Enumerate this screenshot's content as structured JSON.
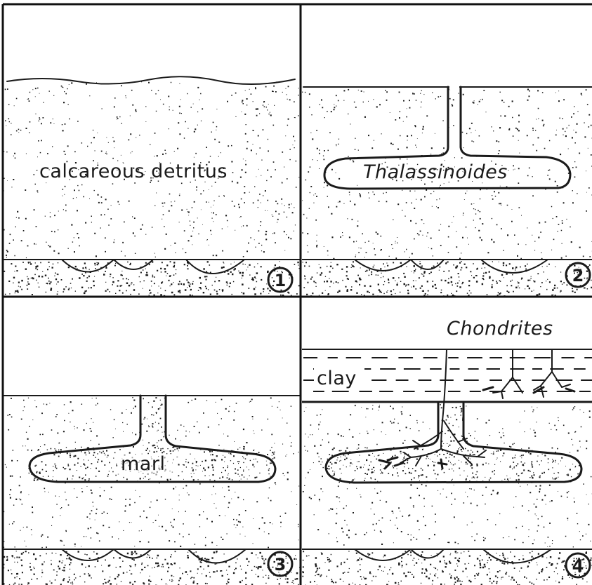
{
  "panels": [
    {
      "number": "1",
      "label": "calcareous detritus"
    },
    {
      "number": "2",
      "label": "Thalassinoides"
    },
    {
      "number": "3",
      "label": "marl"
    },
    {
      "number": "4",
      "label_clay": "clay",
      "label_trace": "Chondrites"
    }
  ]
}
